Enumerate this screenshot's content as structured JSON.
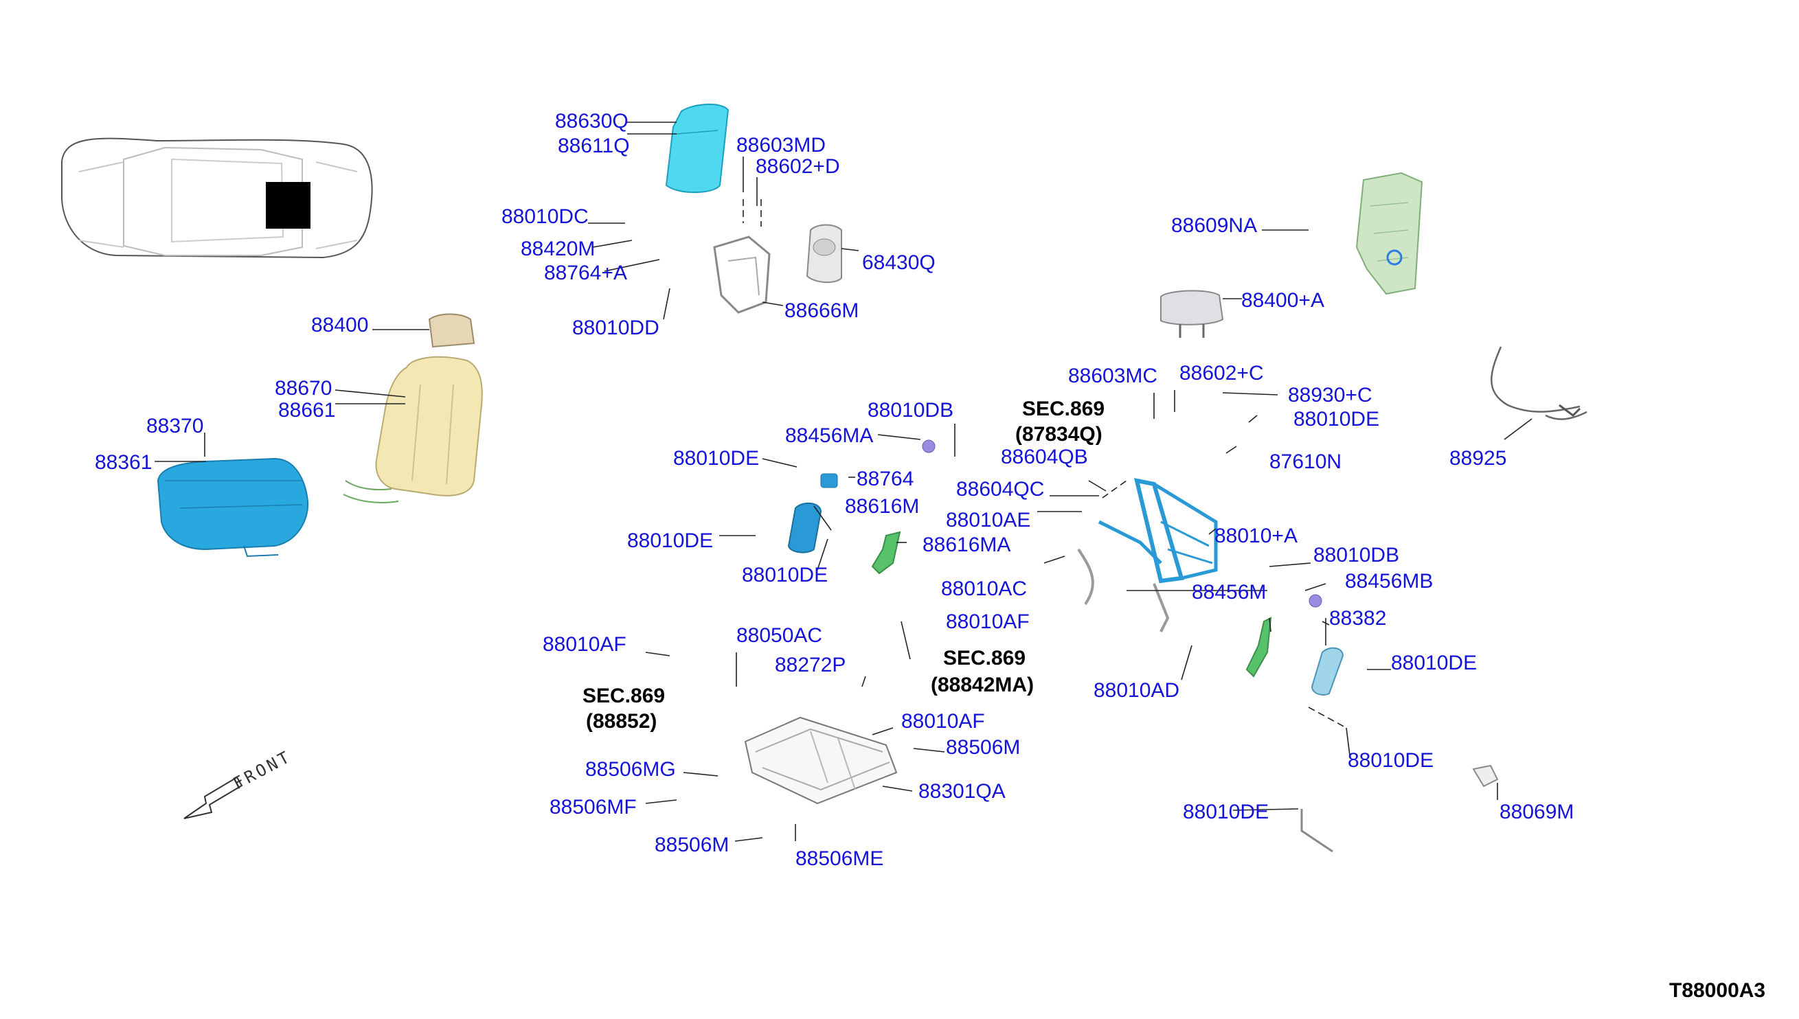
{
  "diagram": {
    "drawing_code": "T88000A3",
    "front_label": "FRONT",
    "colors": {
      "label": "#1414d8",
      "sec_number": "#8a2be2",
      "cushion_blue": "#29a8e0",
      "seat_cream": "#f3e8b4",
      "cyan_part": "#4fd8f0",
      "green_part": "#58c26a",
      "plate_green": "#cfe6c6"
    },
    "labels": [
      "88630Q",
      "88611Q",
      "88603MD",
      "88602+D",
      "88010DC",
      "88420M",
      "88764+A",
      "68430Q",
      "88666M",
      "88010DD",
      "88609NA",
      "88400+A",
      "88400",
      "88670",
      "88661",
      "88370",
      "88361",
      "88603MC",
      "88602+C",
      "88930+C",
      "88010DE",
      "88010DB",
      "88456MA",
      "88010DE",
      "88764",
      "88616M",
      "88010DE",
      "88616MA",
      "88010DE",
      "88604QB",
      "88604QC",
      "88010AE",
      "87610N",
      "88925",
      "88010+A",
      "88010AC",
      "88010DB",
      "88456MB",
      "88456M",
      "88382",
      "88010DE",
      "88010AD",
      "88010AF",
      "88050AC",
      "88272P",
      "88010AF",
      "88010AF",
      "88506M",
      "88506MG",
      "88301QA",
      "88506MF",
      "88506M",
      "88506ME",
      "88010DE",
      "88010DE",
      "88069M"
    ],
    "sections": [
      {
        "prefix": "SEC.",
        "number": "869",
        "ref": "(87834Q)"
      },
      {
        "prefix": "SEC.",
        "number": "869",
        "ref": "(88842MA)"
      },
      {
        "prefix": "SEC.",
        "number": "869",
        "ref": "(88852)"
      }
    ]
  }
}
